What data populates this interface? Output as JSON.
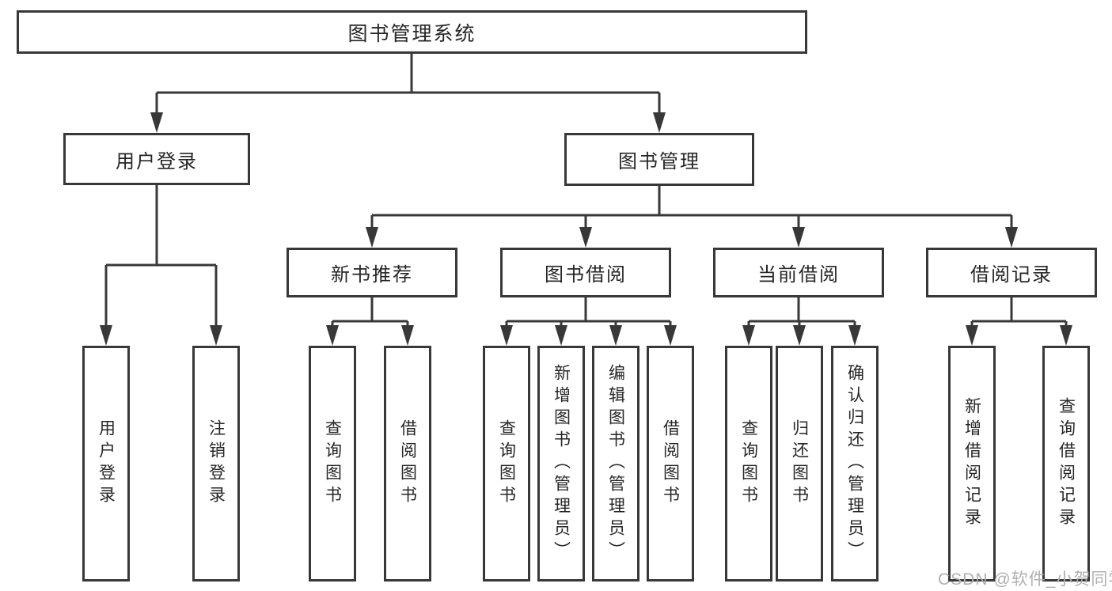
{
  "diagram": {
    "title": "图书管理系统",
    "branches": [
      {
        "label": "用户登录",
        "children": [
          {
            "label": "用户登录"
          },
          {
            "label": "注销登录"
          }
        ]
      },
      {
        "label": "图书管理",
        "children": [
          {
            "label": "新书推荐",
            "children": [
              {
                "label": "查询图书"
              },
              {
                "label": "借阅图书"
              }
            ]
          },
          {
            "label": "图书借阅",
            "children": [
              {
                "label": "查询图书"
              },
              {
                "label": "新增图书（管理员）"
              },
              {
                "label": "编辑图书（管理员）"
              },
              {
                "label": "借阅图书"
              }
            ]
          },
          {
            "label": "当前借阅",
            "children": [
              {
                "label": "查询图书"
              },
              {
                "label": "归还图书"
              },
              {
                "label": "确认归还（管理员）"
              }
            ]
          },
          {
            "label": "借阅记录",
            "children": [
              {
                "label": "新增借阅记录"
              },
              {
                "label": "查询借阅记录"
              }
            ]
          }
        ]
      }
    ]
  },
  "watermark": {
    "text": "CSDN @软件_小贺同学"
  },
  "colors": {
    "line": "#383838",
    "box_border": "#383838",
    "text": "#262626",
    "watermark": "#b0b0b0",
    "background": "#ffffff"
  }
}
